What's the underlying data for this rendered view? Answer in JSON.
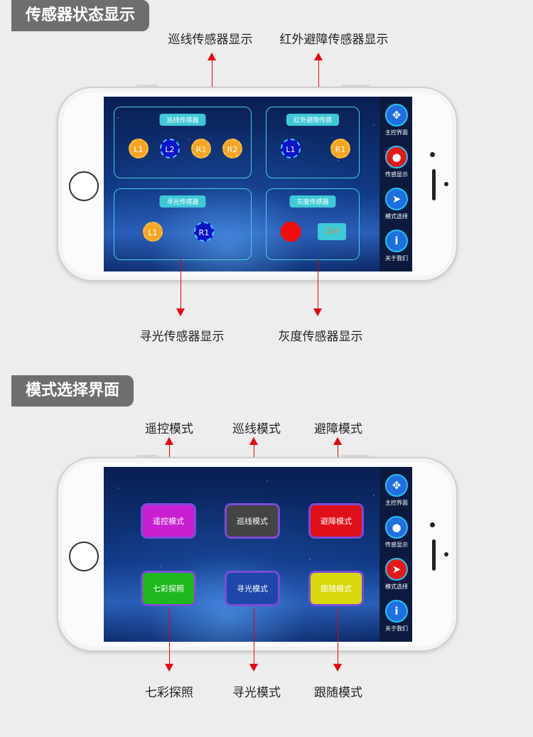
{
  "section1": {
    "tag": "传感器状态显示",
    "captions": {
      "line_tracking": "巡线传感器显示",
      "ir_avoid": "红外避障传感器显示",
      "light_seek": "寻光传感器显示",
      "gray": "灰度传感器显示"
    },
    "screen": {
      "panels": {
        "line_tracking": {
          "title": "巡线传感器",
          "leds": [
            {
              "label": "L1",
              "state": "on"
            },
            {
              "label": "L2",
              "state": "off"
            },
            {
              "label": "R1",
              "state": "on"
            },
            {
              "label": "R2",
              "state": "on"
            }
          ]
        },
        "ir_avoid": {
          "title": "红外避障传感",
          "leds": [
            {
              "label": "L1",
              "state": "off"
            },
            {
              "label": "R1",
              "state": "on"
            }
          ]
        },
        "light_seek": {
          "title": "寻光传感器",
          "leds": [
            {
              "label": "L1",
              "state": "on"
            },
            {
              "label": "R1",
              "state": "off"
            }
          ]
        },
        "gray": {
          "title": "灰度传感器",
          "value": "214"
        }
      }
    }
  },
  "section2": {
    "tag": "模式选择界面",
    "captions": {
      "remote": "遥控模式",
      "line": "巡线模式",
      "avoid": "避障模式",
      "color": "七彩探照",
      "light": "寻光模式",
      "follow": "跟随模式"
    },
    "buttons": [
      {
        "label": "遥控模式",
        "color": "#c81fd0"
      },
      {
        "label": "巡线模式",
        "color": "#444444"
      },
      {
        "label": "避障模式",
        "color": "#e0101a"
      },
      {
        "label": "七彩探照",
        "color": "#1fb81f"
      },
      {
        "label": "寻光模式",
        "color": "#1d47a8"
      },
      {
        "label": "跟随模式",
        "color": "#d8d80a"
      }
    ]
  },
  "sidebar": {
    "items": [
      {
        "label": "主控界面",
        "icon": "dpad-icon"
      },
      {
        "label": "传感显示",
        "icon": "sensor-icon"
      },
      {
        "label": "模式选择",
        "icon": "cursor-icon"
      },
      {
        "label": "关于我们",
        "icon": "info-icon"
      }
    ]
  },
  "colors": {
    "arrow": "#e60012",
    "panel_border": "#48cde0",
    "led_on": "#f6a623",
    "led_off": "#0a14c8",
    "nav_active": "#e41a1a",
    "nav_default": "#1f6fe0"
  }
}
